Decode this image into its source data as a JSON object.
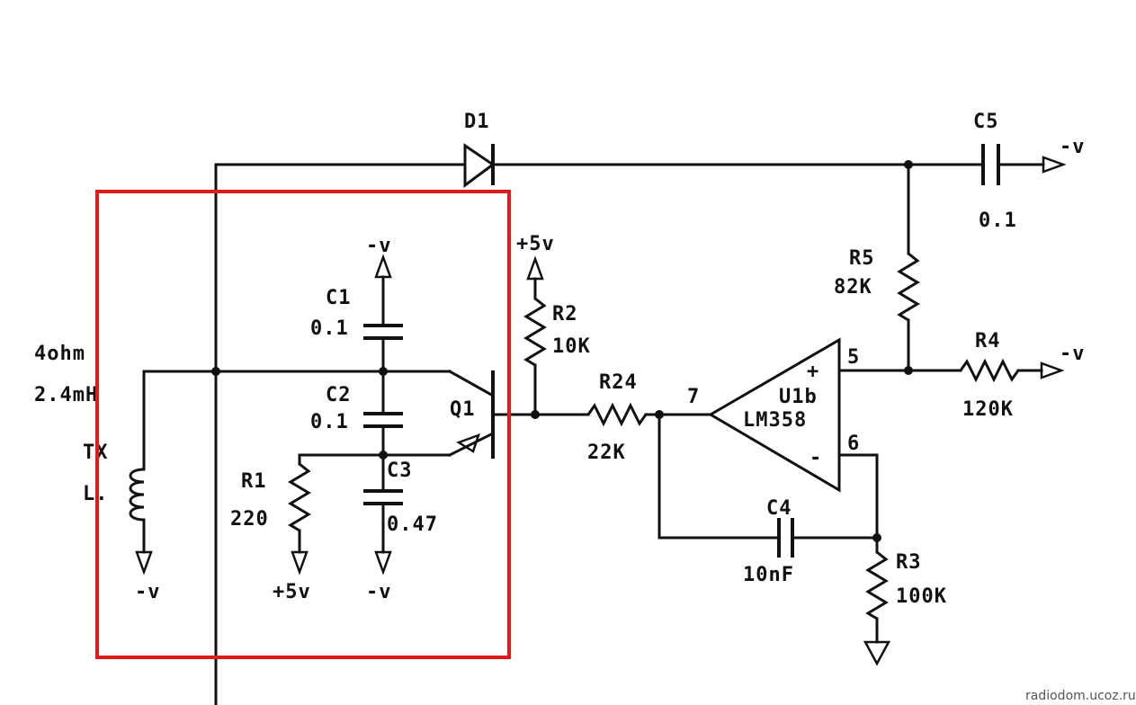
{
  "diagram": {
    "components": {
      "D1": "D1",
      "C5": {
        "name": "C5",
        "value": "0.1"
      },
      "C1": {
        "name": "C1",
        "value": "0.1"
      },
      "C2": {
        "name": "C2",
        "value": "0.1"
      },
      "C3": {
        "name": "C3",
        "value": "0.47"
      },
      "R1": {
        "name": "R1",
        "value": "220"
      },
      "R2": {
        "name": "R2",
        "value": "10K"
      },
      "R24": {
        "name": "R24",
        "value": "22K"
      },
      "R5": {
        "name": "R5",
        "value": "82K"
      },
      "R4": {
        "name": "R4",
        "value": "120K"
      },
      "R3": {
        "name": "R3",
        "value": "100K"
      },
      "C4": {
        "name": "C4",
        "value": "10nF"
      },
      "Q1": "Q1",
      "U1b": {
        "name": "U1b",
        "part": "LM358"
      },
      "TX": {
        "name": "TX",
        "sub": "L.",
        "spec1": "4ohm",
        "spec2": "2.4mH"
      }
    },
    "pins": {
      "p7": "7",
      "p5": "5",
      "p6": "6",
      "plus": "+",
      "minus": "-"
    },
    "rails": {
      "neg": "-v",
      "pos": "+5v"
    },
    "highlight_color": "#e01b1b"
  },
  "watermark": "radiodom.ucoz.ru"
}
